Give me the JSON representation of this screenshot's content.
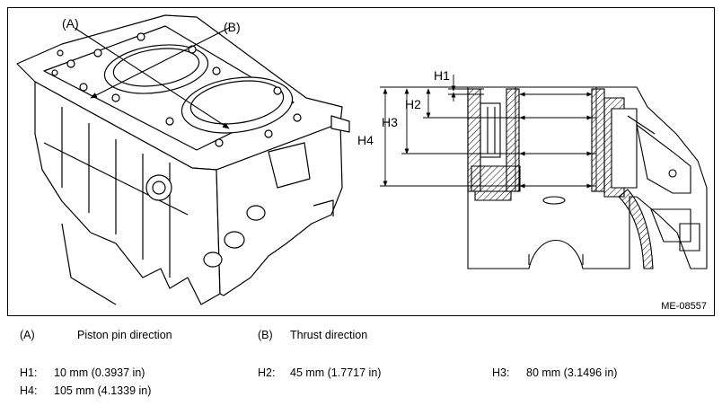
{
  "figure": {
    "callouts": {
      "a": "(A)",
      "b": "(B)"
    },
    "dims": {
      "h1": "H1",
      "h2": "H2",
      "h3": "H3",
      "h4": "H4"
    },
    "figure_id": "ME-08557"
  },
  "legend": {
    "a": {
      "key": "(A)",
      "text": "Piston pin direction"
    },
    "b": {
      "key": "(B)",
      "text": "Thrust direction"
    },
    "h1": {
      "key": "H1:",
      "value": "10 mm (0.3937 in)"
    },
    "h2": {
      "key": "H2:",
      "value": "45 mm (1.7717 in)"
    },
    "h3": {
      "key": "H3:",
      "value": "80 mm (3.1496 in)"
    },
    "h4": {
      "key": "H4:",
      "value": "105 mm (4.1339 in)"
    }
  }
}
